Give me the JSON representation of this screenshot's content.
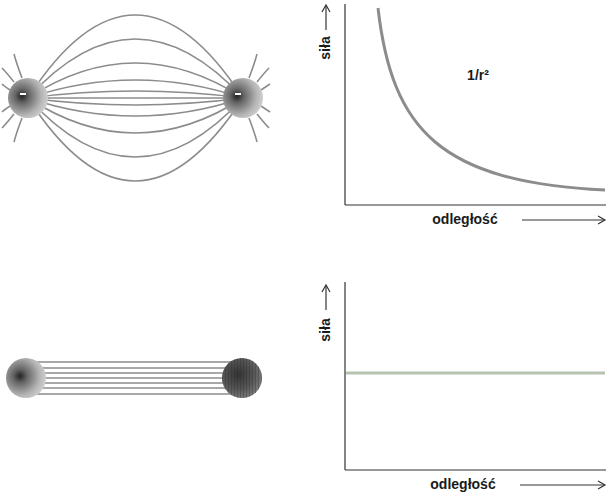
{
  "diagram": {
    "labels": [
      "siła",
      "odległość",
      "1/r²",
      "siła",
      "odległość"
    ]
  }
}
